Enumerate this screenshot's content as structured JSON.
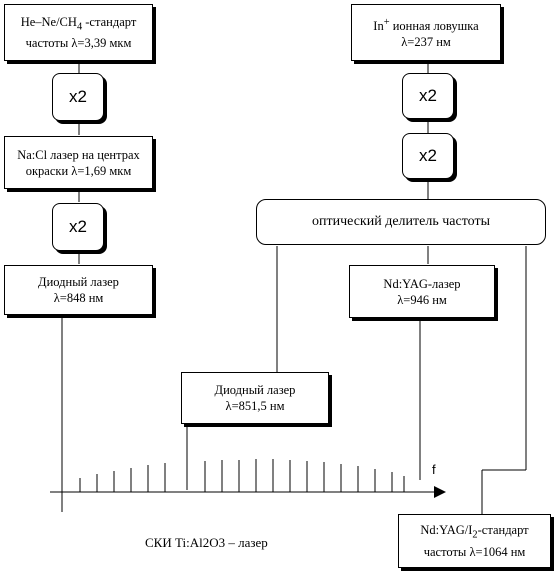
{
  "boxes": {
    "he_ne": {
      "line1": "He–Ne/CH",
      "line1_sub": "4",
      "line1_rest": " -стандарт",
      "line2": "частоты λ=3,39 мкм"
    },
    "in_trap": {
      "line1_sup": "+",
      "line1_pre": "In",
      "line1_rest": " ионная ловушка",
      "line2": "λ=237 нм"
    },
    "na_cl": {
      "line1": "Na:Cl лазер на центрах",
      "line2": "окраски λ=1,69 мкм"
    },
    "diode_848": {
      "line1": "Диодный лазер",
      "line2": "λ=848 нм"
    },
    "nd_yag_946": {
      "line1": "Nd:YAG-лазер",
      "line2": "λ=946 нм"
    },
    "diode_851": {
      "line1": "Диодный лазер",
      "line2": "λ=851,5 нм"
    },
    "nd_yag_i2": {
      "line1_pre": "Nd:YAG/I",
      "line1_sub": "2",
      "line1_rest": "-стандарт",
      "line2": "частоты λ=1064 нм"
    }
  },
  "multipliers": {
    "x2_1": "x2",
    "x2_2": "x2",
    "x2_3": "x2",
    "x2_4": "x2"
  },
  "splitter": "оптический делитель частоты",
  "axis_label": "f",
  "comb_label": "СКИ Ti:Al2O3 – лазер"
}
